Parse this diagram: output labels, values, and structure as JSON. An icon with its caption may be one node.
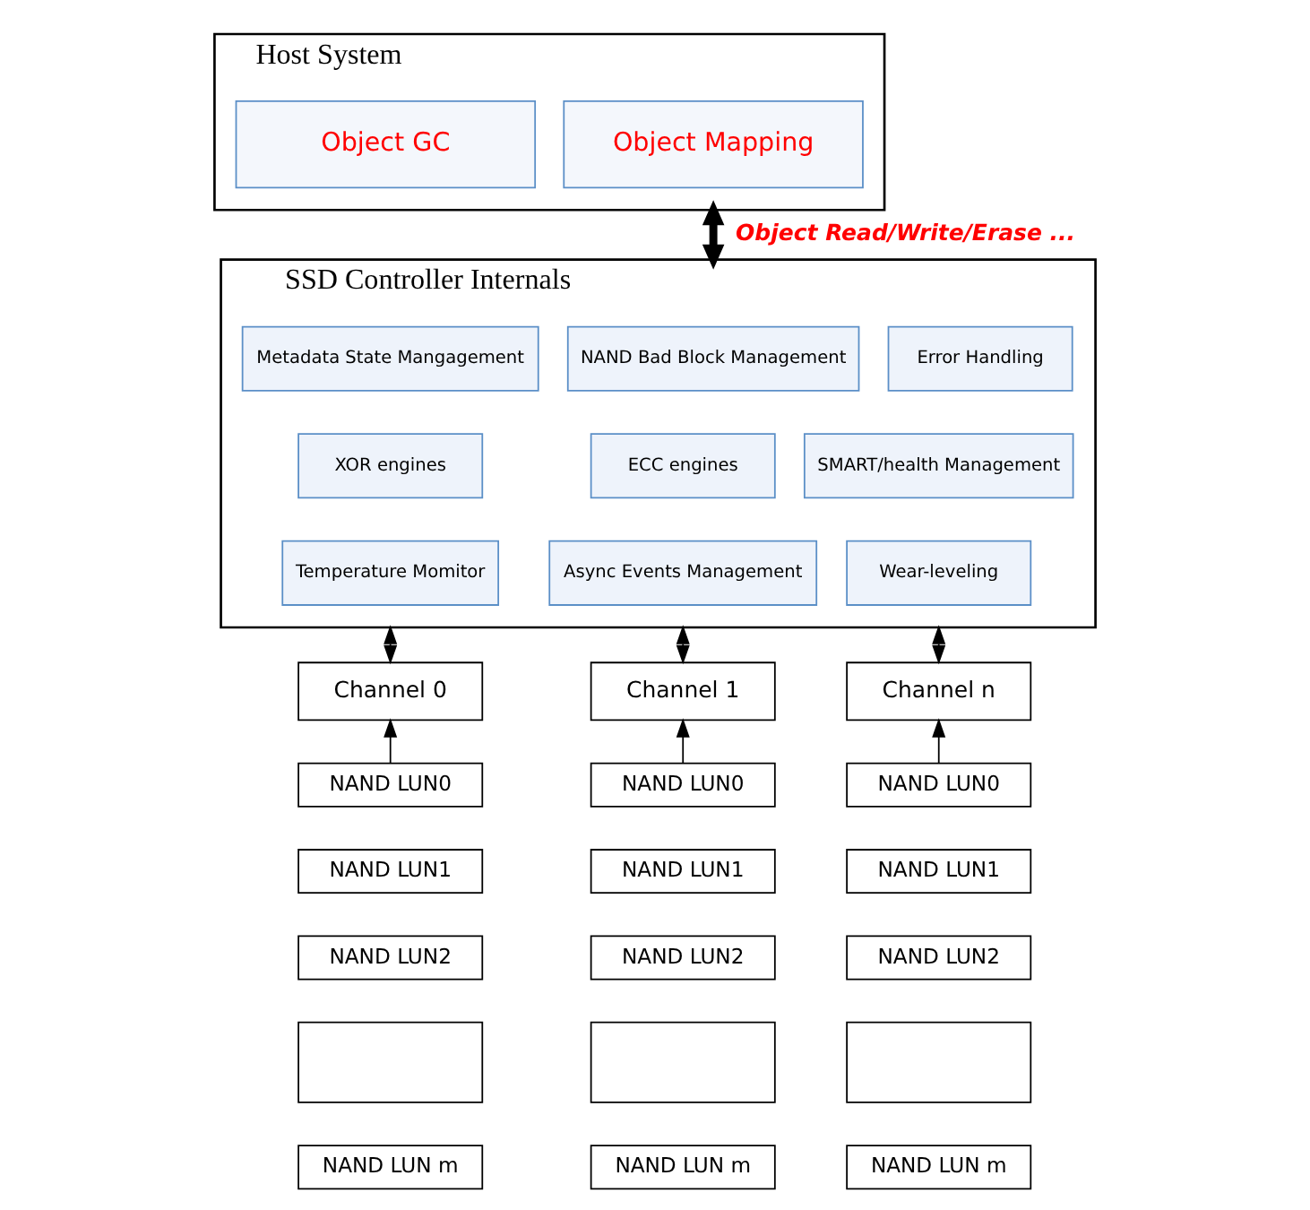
{
  "diagram": {
    "nodes": [
      {
        "text": [
          "Host System"
        ]
      },
      {
        "text": [
          "Object Mapping"
        ],
        "in": 0
      },
      {
        "text": [
          "Object GC"
        ],
        "in": 0
      },
      {
        "text": [
          "SSD Controller Internals"
        ]
      },
      {
        "text": [
          "Metadata State Mangagement"
        ],
        "in": 3
      },
      {
        "text": [
          "NAND Bad Block Management"
        ],
        "in": 3
      },
      {
        "text": [
          "Error Handling"
        ],
        "in": 3
      },
      {
        "text": [
          "XOR engines"
        ],
        "in": 3
      },
      {
        "text": [
          "ECC engines"
        ],
        "in": 3
      },
      {
        "text": [
          "SMART/health Management"
        ],
        "in": 3
      },
      {
        "text": [
          "Temperature Momitor"
        ],
        "in": 3
      },
      {
        "text": [
          "Async Events Management"
        ],
        "in": 3
      },
      {
        "text": [
          "Wear-leveling"
        ],
        "in": 3
      },
      {
        "text": [
          "Channel 0"
        ]
      },
      {
        "text": [
          "Channel 1"
        ]
      },
      {
        "text": [
          "Channel n"
        ]
      },
      {
        "text": [
          "NAND LUN0"
        ]
      },
      {
        "text": [
          "NAND LUN1"
        ]
      },
      {
        "text": [
          "NAND LUN2"
        ]
      },
      {
        "text": [],
        "shape": "box"
      },
      {
        "text": [
          "NAND LUN m"
        ]
      },
      {
        "text": [
          "NAND LUN0"
        ]
      },
      {
        "text": [
          "NAND LUN1"
        ]
      },
      {
        "text": [
          "NAND LUN2"
        ]
      },
      {
        "text": [],
        "shape": "box"
      },
      {
        "text": [
          "NAND LUN m"
        ]
      },
      {
        "text": [
          "NAND LUN0"
        ]
      },
      {
        "text": [
          "NAND LUN1"
        ]
      },
      {
        "text": [
          "NAND LUN2"
        ]
      },
      {
        "text": [],
        "shape": "box"
      },
      {
        "text": [
          "NAND LUN m"
        ]
      }
    ],
    "edges": [
      {
        "from": 0,
        "to": 3,
        "arrow": "both",
        "style": "thick",
        "label": "Object Read/Write/Erase ..."
      },
      {
        "from": 3,
        "to": 13,
        "arrow": "both"
      },
      {
        "from": 3,
        "to": 14,
        "arrow": "both"
      },
      {
        "from": 3,
        "to": 15,
        "arrow": "both"
      },
      {
        "from": 16,
        "to": 13,
        "arrow": "to"
      },
      {
        "from": 21,
        "to": 14,
        "arrow": "to"
      },
      {
        "from": 26,
        "to": 15,
        "arrow": "to"
      }
    ]
  }
}
